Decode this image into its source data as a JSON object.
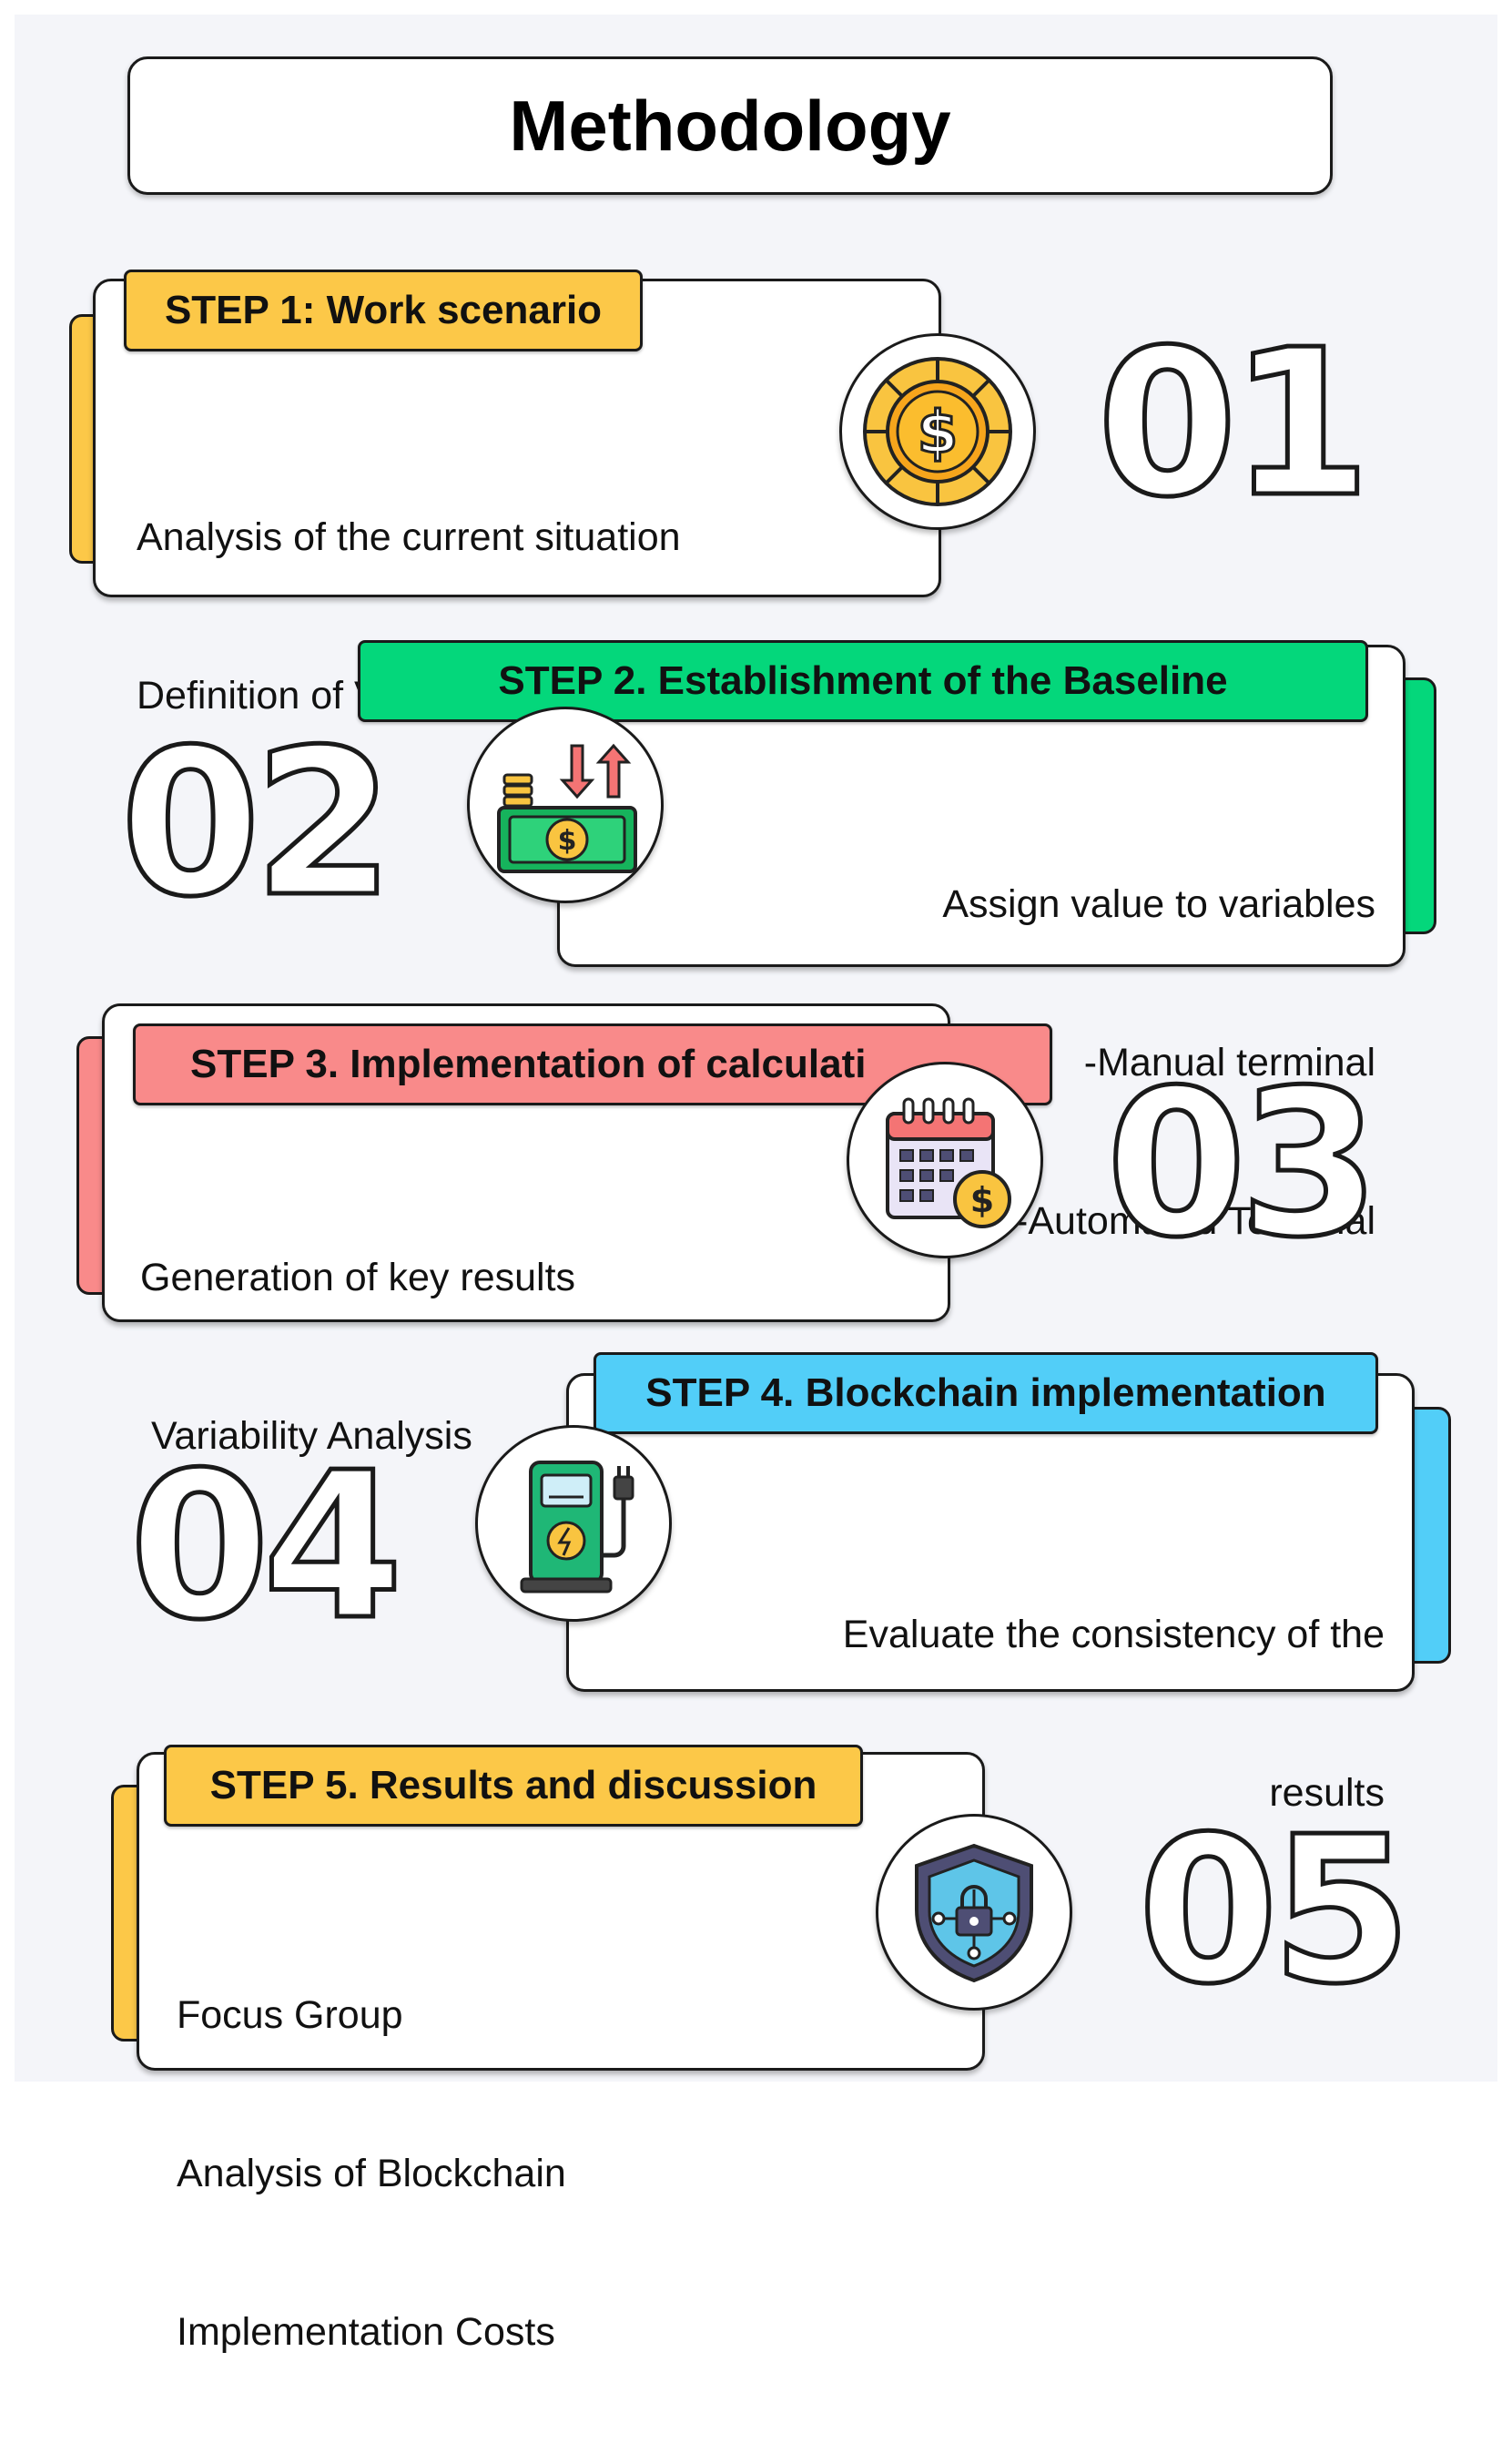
{
  "title": "Methodology",
  "colors": {
    "step1": "#fcc848",
    "step2": "#04d77b",
    "step3": "#f98a8a",
    "step4": "#52cef8",
    "step5": "#fcc848"
  },
  "steps": [
    {
      "number": "01",
      "header": "STEP 1: Work scenario",
      "icon": "coin-icon",
      "lines": [
        "Analysis of the current situation",
        "Definition of Variables"
      ]
    },
    {
      "number": "02",
      "header": "STEP 2. Establishment of the Baseline",
      "icon": "money-exchange-icon",
      "lines": [
        "Assign value to variables",
        "-Manual terminal",
        "-Automated Terminal"
      ]
    },
    {
      "number": "03",
      "header": "STEP 3. Implementation of calculati",
      "icon": "calendar-payment-icon",
      "lines": [
        "Generation of key results",
        " Variability Analysis"
      ]
    },
    {
      "number": "04",
      "header": "STEP 4.  Blockchain implementation",
      "icon": "charging-station-icon",
      "lines": [
        "Evaluate the consistency of the",
        "results"
      ]
    },
    {
      "number": "05",
      "header": "STEP 5. Results and discussion",
      "icon": "shield-lock-icon",
      "lines": [
        "Focus Group",
        "Analysis of Blockchain",
        "Implementation Costs"
      ]
    }
  ]
}
